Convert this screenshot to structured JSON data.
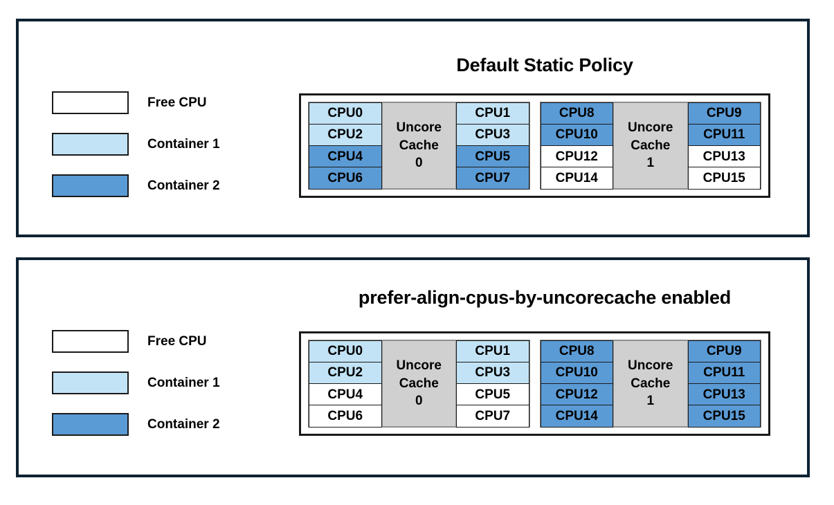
{
  "colors": {
    "free_cpu": "#ffffff",
    "container1": "#c2e3f5",
    "container2": "#5b9bd5",
    "uncore_cache": "#d0d0d0",
    "panel_border": "#0d2232",
    "cell_border": "#1a1a1a"
  },
  "panels": [
    {
      "id": "default-static-policy",
      "title": "Default Static Policy",
      "legend": [
        {
          "label": "Free CPU",
          "fill": "free"
        },
        {
          "label": "Container 1",
          "fill": "container1"
        },
        {
          "label": "Container 2",
          "fill": "container2"
        }
      ],
      "cache_groups": [
        {
          "cache_label_line1": "Uncore",
          "cache_label_line2": "Cache",
          "cache_label_line3": "0",
          "left_column": [
            {
              "label": "CPU0",
              "fill": "container1"
            },
            {
              "label": "CPU2",
              "fill": "container1"
            },
            {
              "label": "CPU4",
              "fill": "container2"
            },
            {
              "label": "CPU6",
              "fill": "container2"
            }
          ],
          "right_column": [
            {
              "label": "CPU1",
              "fill": "container1"
            },
            {
              "label": "CPU3",
              "fill": "container1"
            },
            {
              "label": "CPU5",
              "fill": "container2"
            },
            {
              "label": "CPU7",
              "fill": "container2"
            }
          ]
        },
        {
          "cache_label_line1": "Uncore",
          "cache_label_line2": "Cache",
          "cache_label_line3": "1",
          "left_column": [
            {
              "label": "CPU8",
              "fill": "container2"
            },
            {
              "label": "CPU10",
              "fill": "container2"
            },
            {
              "label": "CPU12",
              "fill": "free"
            },
            {
              "label": "CPU14",
              "fill": "free"
            }
          ],
          "right_column": [
            {
              "label": "CPU9",
              "fill": "container2"
            },
            {
              "label": "CPU11",
              "fill": "container2"
            },
            {
              "label": "CPU13",
              "fill": "free"
            },
            {
              "label": "CPU15",
              "fill": "free"
            }
          ]
        }
      ]
    },
    {
      "id": "prefer-align-cpus-by-uncorecache-enabled",
      "title": "prefer-align-cpus-by-uncorecache enabled",
      "legend": [
        {
          "label": "Free CPU",
          "fill": "free"
        },
        {
          "label": "Container 1",
          "fill": "container1"
        },
        {
          "label": "Container 2",
          "fill": "container2"
        }
      ],
      "cache_groups": [
        {
          "cache_label_line1": "Uncore",
          "cache_label_line2": "Cache",
          "cache_label_line3": "0",
          "left_column": [
            {
              "label": "CPU0",
              "fill": "container1"
            },
            {
              "label": "CPU2",
              "fill": "container1"
            },
            {
              "label": "CPU4",
              "fill": "free"
            },
            {
              "label": "CPU6",
              "fill": "free"
            }
          ],
          "right_column": [
            {
              "label": "CPU1",
              "fill": "container1"
            },
            {
              "label": "CPU3",
              "fill": "container1"
            },
            {
              "label": "CPU5",
              "fill": "free"
            },
            {
              "label": "CPU7",
              "fill": "free"
            }
          ]
        },
        {
          "cache_label_line1": "Uncore",
          "cache_label_line2": "Cache",
          "cache_label_line3": "1",
          "left_column": [
            {
              "label": "CPU8",
              "fill": "container2"
            },
            {
              "label": "CPU10",
              "fill": "container2"
            },
            {
              "label": "CPU12",
              "fill": "container2"
            },
            {
              "label": "CPU14",
              "fill": "container2"
            }
          ],
          "right_column": [
            {
              "label": "CPU9",
              "fill": "container2"
            },
            {
              "label": "CPU11",
              "fill": "container2"
            },
            {
              "label": "CPU13",
              "fill": "container2"
            },
            {
              "label": "CPU15",
              "fill": "container2"
            }
          ]
        }
      ]
    }
  ]
}
